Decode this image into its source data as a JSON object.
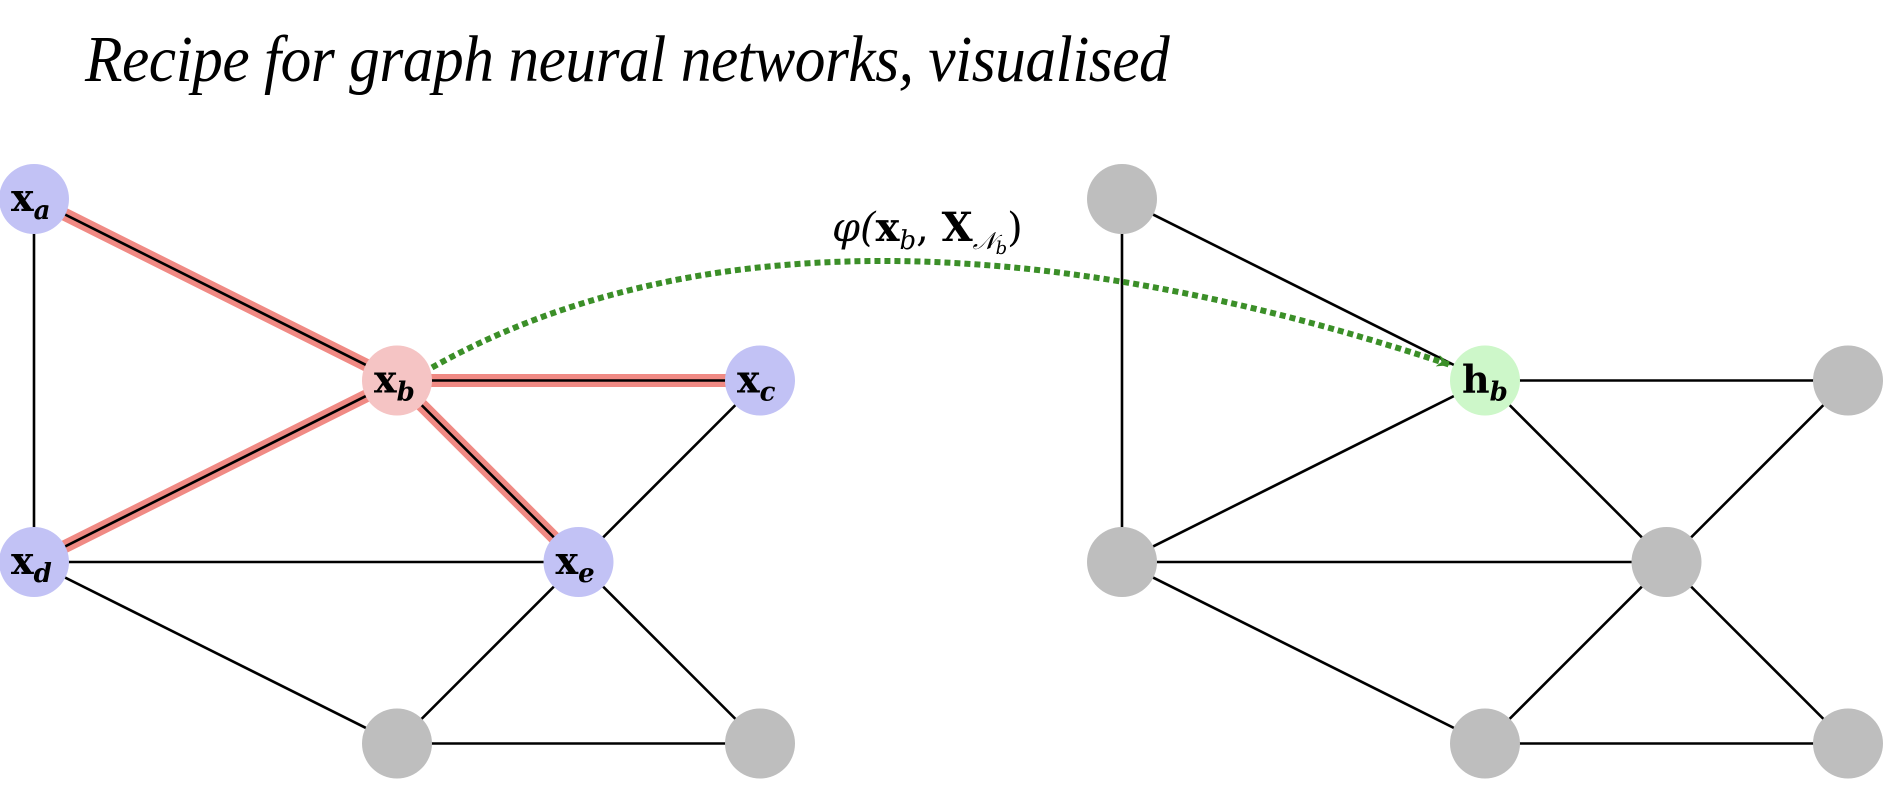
{
  "title": "Recipe for graph neural networks, visualised",
  "colors": {
    "neighbor_node": "#c2c2f5",
    "center_node": "#f5c4c4",
    "updated_node": "#cdf7c9",
    "plain_node": "#bebebe",
    "highlight_edge": "#f08a84",
    "edge": "#000000",
    "arrow": "#3b8f28"
  },
  "formula": {
    "phi": "φ(",
    "x": "x",
    "x_sub": "b",
    "comma": ", ",
    "X": "X",
    "X_sub": "𝒩",
    "X_subsub": "b",
    "close": ")"
  },
  "left_graph": {
    "nodes": [
      {
        "id": "a",
        "kind": "neighbor",
        "label": "x",
        "sub": "a",
        "col": 0,
        "row": 0
      },
      {
        "id": "b",
        "kind": "center",
        "label": "x",
        "sub": "b",
        "col": 1,
        "row": 1
      },
      {
        "id": "c",
        "kind": "neighbor",
        "label": "x",
        "sub": "c",
        "col": 2,
        "row": 1
      },
      {
        "id": "d",
        "kind": "neighbor",
        "label": "x",
        "sub": "d",
        "col": 0,
        "row": 2
      },
      {
        "id": "e",
        "kind": "neighbor",
        "label": "x",
        "sub": "e",
        "col": 1.5,
        "row": 2
      },
      {
        "id": "f",
        "kind": "plain",
        "label": "",
        "sub": "",
        "col": 1,
        "row": 3
      },
      {
        "id": "g",
        "kind": "plain",
        "label": "",
        "sub": "",
        "col": 2,
        "row": 3
      }
    ],
    "edges": [
      {
        "from": "a",
        "to": "b",
        "highlight": true
      },
      {
        "from": "a",
        "to": "d",
        "highlight": false
      },
      {
        "from": "b",
        "to": "c",
        "highlight": true
      },
      {
        "from": "b",
        "to": "d",
        "highlight": true
      },
      {
        "from": "b",
        "to": "e",
        "highlight": true
      },
      {
        "from": "c",
        "to": "e",
        "highlight": false
      },
      {
        "from": "d",
        "to": "e",
        "highlight": false
      },
      {
        "from": "d",
        "to": "f",
        "highlight": false
      },
      {
        "from": "e",
        "to": "f",
        "highlight": false
      },
      {
        "from": "e",
        "to": "g",
        "highlight": false
      },
      {
        "from": "f",
        "to": "g",
        "highlight": false
      }
    ]
  },
  "right_graph": {
    "nodes": [
      {
        "id": "a",
        "kind": "plain",
        "label": "",
        "sub": "",
        "col": 0,
        "row": 0
      },
      {
        "id": "b",
        "kind": "updated",
        "label": "h",
        "sub": "b",
        "col": 1,
        "row": 1
      },
      {
        "id": "c",
        "kind": "plain",
        "label": "",
        "sub": "",
        "col": 2,
        "row": 1
      },
      {
        "id": "d",
        "kind": "plain",
        "label": "",
        "sub": "",
        "col": 0,
        "row": 2
      },
      {
        "id": "e",
        "kind": "plain",
        "label": "",
        "sub": "",
        "col": 1.5,
        "row": 2
      },
      {
        "id": "f",
        "kind": "plain",
        "label": "",
        "sub": "",
        "col": 1,
        "row": 3
      },
      {
        "id": "g",
        "kind": "plain",
        "label": "",
        "sub": "",
        "col": 2,
        "row": 3
      }
    ],
    "edges": [
      {
        "from": "a",
        "to": "b",
        "highlight": false
      },
      {
        "from": "a",
        "to": "d",
        "highlight": false
      },
      {
        "from": "b",
        "to": "c",
        "highlight": false
      },
      {
        "from": "b",
        "to": "d",
        "highlight": false
      },
      {
        "from": "b",
        "to": "e",
        "highlight": false
      },
      {
        "from": "c",
        "to": "e",
        "highlight": false
      },
      {
        "from": "d",
        "to": "e",
        "highlight": false
      },
      {
        "from": "d",
        "to": "f",
        "highlight": false
      },
      {
        "from": "e",
        "to": "f",
        "highlight": false
      },
      {
        "from": "e",
        "to": "g",
        "highlight": false
      },
      {
        "from": "f",
        "to": "g",
        "highlight": false
      }
    ]
  },
  "arrow": {
    "from": "left.b",
    "to": "right.b",
    "style": "dotted"
  }
}
